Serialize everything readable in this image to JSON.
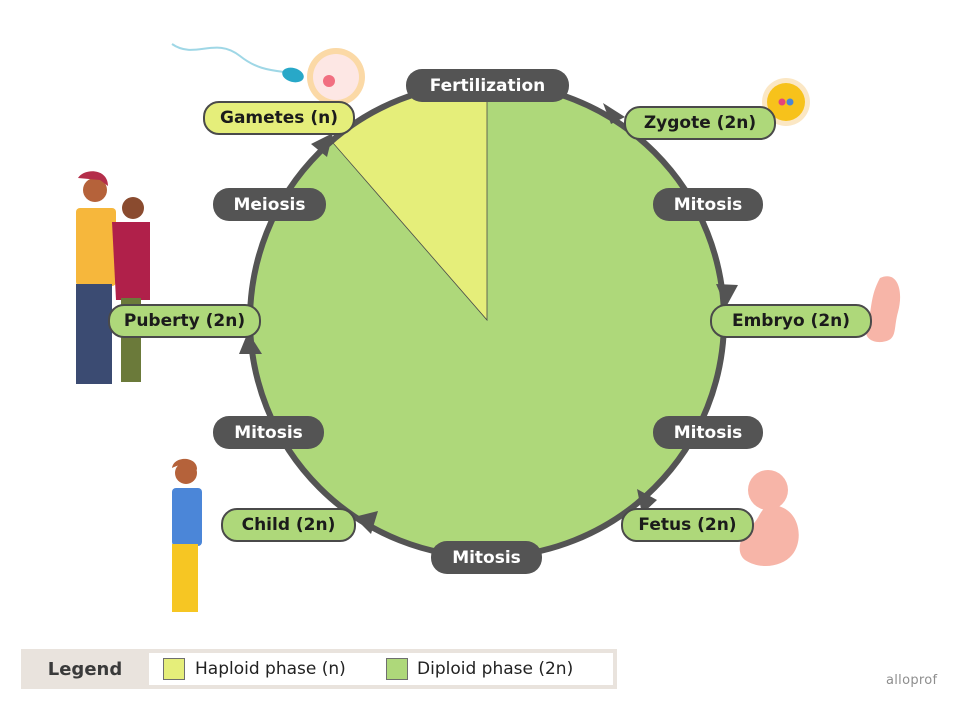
{
  "diagram": {
    "center_label": "Fertilization",
    "stages": {
      "gametes": "Gametes (n)",
      "zygote": "Zygote (2n)",
      "embryo": "Embryo (2n)",
      "fetus": "Fetus (2n)",
      "child": "Child (2n)",
      "puberty": "Puberty (2n)"
    },
    "processes": {
      "mitosis_1": "Mitosis",
      "mitosis_2": "Mitosis",
      "mitosis_3": "Mitosis",
      "mitosis_4": "Mitosis",
      "meiosis": "Meiosis"
    }
  },
  "legend": {
    "title": "Legend",
    "items": [
      {
        "label": "Haploid phase (n)",
        "color": "#e5ee7a"
      },
      {
        "label": "Diploid phase (2n)",
        "color": "#aed87a"
      }
    ]
  },
  "colors": {
    "haploid": "#e5ee7a",
    "diploid": "#aed87a",
    "ring": "#545454"
  },
  "watermark": "alloprof"
}
